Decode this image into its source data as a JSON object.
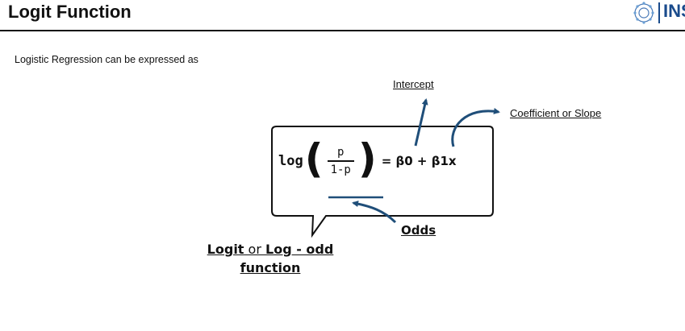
{
  "header": {
    "title": "Logit Function",
    "logo_text": "INS"
  },
  "intro": "Logistic Regression can be expressed as",
  "formula": {
    "log": "log",
    "numerator": "p",
    "denominator": "1-p",
    "rhs": "= β0 + β1x"
  },
  "labels": {
    "intercept": "Intercept",
    "coefficient": "Coefficient or Slope",
    "odds": "Odds"
  },
  "logit": {
    "logit": "Logit",
    "or": " or ",
    "log_odd": "Log - odd",
    "function": "function"
  },
  "colors": {
    "arrow": "#1f4e79",
    "logo": "#1a4b8c",
    "text": "#111111"
  }
}
